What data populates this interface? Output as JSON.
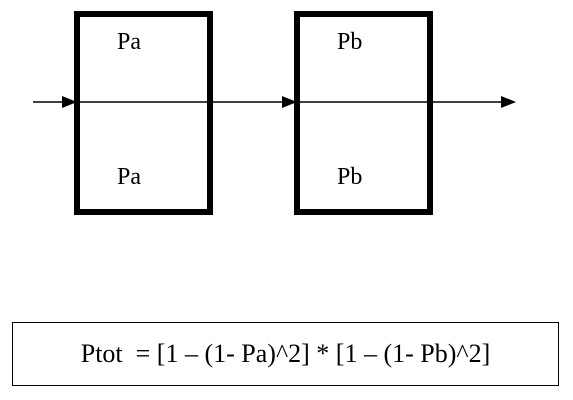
{
  "diagram": {
    "block_a": {
      "top_label": "Pa",
      "bottom_label": "Pa"
    },
    "block_b": {
      "top_label": "Pb",
      "bottom_label": "Pb"
    },
    "stroke_color": "#000000"
  },
  "formula": {
    "text": "Ptot  = [1 – (1- Pa)^2] * [1 – (1- Pb)^2]"
  }
}
